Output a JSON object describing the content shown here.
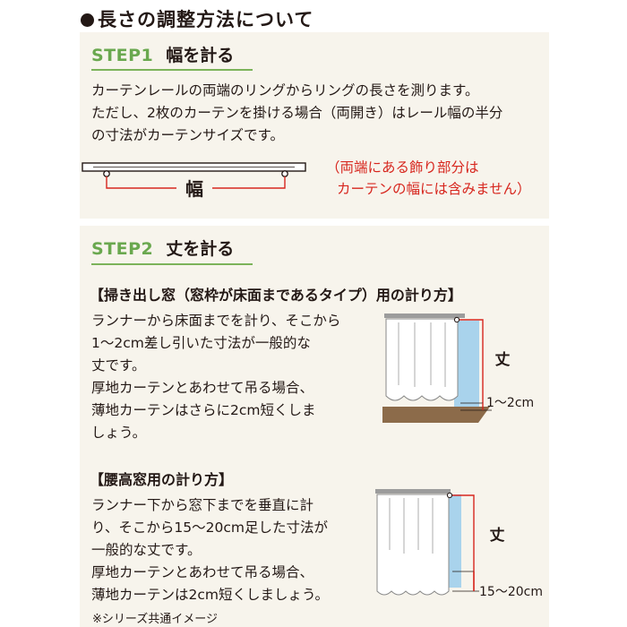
{
  "heading": "長さの調整方法について",
  "step1": {
    "label": "STEP1",
    "title": "幅を計る",
    "lines": [
      "カーテンレールの両端のリングからリングの長さを測ります。",
      "ただし、2枚のカーテンを掛ける場合（両開き）はレール幅の半分",
      "の寸法がカーテンサイズです。"
    ],
    "diagram_label": "幅",
    "note_lines": [
      "（両端にある飾り部分は",
      "カーテンの幅には含みません）"
    ]
  },
  "step2": {
    "label": "STEP2",
    "title": "丈を計る",
    "section_a": {
      "title": "【掃き出し窓（窓枠が床面まであるタイプ）用の計り方】",
      "lines": [
        "ランナーから床面までを計り、そこから",
        "1～2cm差し引いた寸法が一般的な",
        "丈です。",
        "厚地カーテンとあわせて吊る場合、",
        "薄地カーテンはさらに2cm短くしま",
        "しょう。"
      ],
      "length_label": "丈",
      "gap_label": "1～2cm"
    },
    "section_b": {
      "title": "【腰高窓用の計り方】",
      "lines": [
        "ランナー下から窓下までを垂直に計",
        "り、そこから15～20cm足した寸法が",
        "一般的な丈です。",
        "厚地カーテンとあわせて吊る場合、",
        "薄地カーテンは2cm短くしましょう。"
      ],
      "length_label": "丈",
      "gap_label": "15～20cm"
    }
  },
  "footnote": "※シリーズ共通イメージ",
  "colors": {
    "accent_green": "#6aa84f",
    "note_red": "#d7261e",
    "panel_bg": "#f7f4ec",
    "window_blue": "#a9d3ec",
    "floor_brown": "#8c6b4a"
  }
}
